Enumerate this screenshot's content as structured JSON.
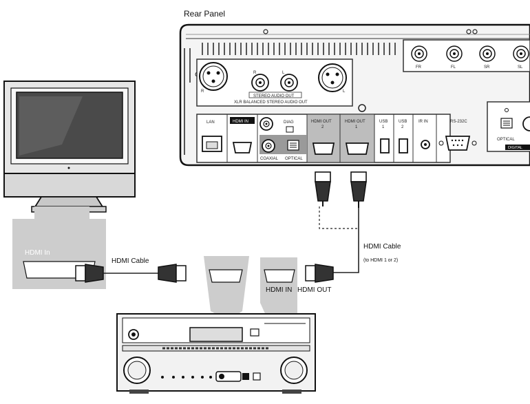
{
  "title": "Rear Panel",
  "rear_panel": {
    "top_jacks": [
      "FR",
      "FL",
      "SR",
      "SL"
    ],
    "xlr_pins": [
      "R",
      "R",
      "L",
      "L"
    ],
    "stereo_label": "STEREO AUDIO OUT",
    "xlr_label": "XLR BALANCED STEREO AUDIO OUT",
    "ports": {
      "lan": "LAN",
      "hdmi_in": "HDMI IN",
      "diag": "DIAG",
      "hdmi_out_2": "HDMI OUT",
      "hdmi_out_2_num": "2",
      "hdmi_out_1": "HDMI OUT",
      "hdmi_out_1_num": "1",
      "usb1": "USB",
      "usb1_num": "1",
      "usb2": "USB",
      "usb2_num": "2",
      "ir_in": "IR IN",
      "rs232c": "RS-232C",
      "coaxial": "COAXIAL",
      "optical": "OPTICAL",
      "optical_right": "OPTICAL",
      "digital": "DIGITAL"
    }
  },
  "labels": {
    "tv_hdmi_in": "HDMI In",
    "hdmi_cable_left": "HDMI Cable",
    "hdmi_cable_right": "HDMI Cable",
    "hdmi_cable_right_note": "(to HDMI 1 or 2)",
    "receiver_hdmi_in": "HDMI IN",
    "receiver_hdmi_out": "HDMI OUT"
  }
}
